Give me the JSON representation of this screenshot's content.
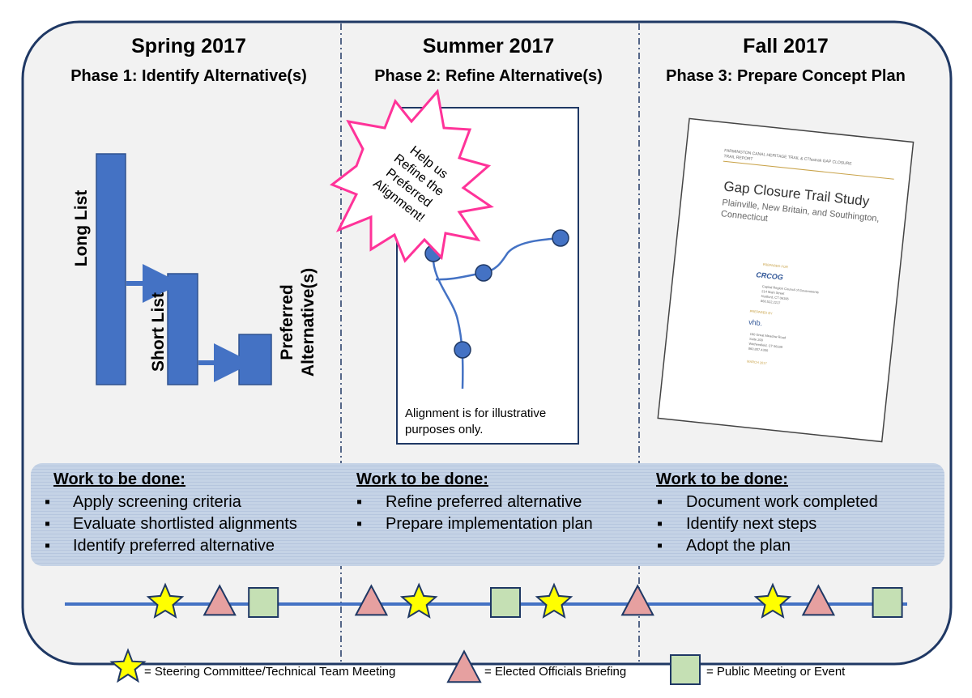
{
  "colors": {
    "panel_bg": "#f2f2f2",
    "panel_border": "#1f3864",
    "bar_blue": "#4472c4",
    "bar_border": "#2f528f",
    "work_band": "#c5d3e6",
    "star_fill": "#ffff00",
    "triangle_fill": "#e6a0a0",
    "square_fill": "#c5e0b4",
    "burst_stroke": "#ff3399",
    "timeline": "#4472c4"
  },
  "phases": [
    {
      "season": "Spring 2017",
      "title": "Phase 1: Identify Alternative(s)",
      "work_heading": "Work to be done:",
      "tasks": [
        "Apply screening criteria",
        "Evaluate shortlisted alignments",
        "Identify preferred alternative"
      ]
    },
    {
      "season": "Summer 2017",
      "title": "Phase 2: Refine Alternative(s)",
      "work_heading": "Work to be done:",
      "tasks": [
        "Refine preferred alternative",
        "Prepare implementation plan"
      ]
    },
    {
      "season": "Fall 2017",
      "title": "Phase 3: Prepare Concept Plan",
      "work_heading": "Work to be done:",
      "tasks": [
        "Document work completed",
        "Identify next steps",
        "Adopt the plan"
      ]
    }
  ],
  "funnel": {
    "long_list": "Long List",
    "short_list": "Short List",
    "preferred_line1": "Preferred",
    "preferred_line2": "Alternative(s)"
  },
  "alignment_map": {
    "burst_lines": [
      "Help us",
      "Refine the",
      "Preferred",
      "Alignment!"
    ],
    "caption_line1": "Alignment is for illustrative",
    "caption_line2": "purposes only."
  },
  "report_cover": {
    "header_line1": "FARMINGTON CANAL HERITAGE TRAIL & CTfastrak GAP CLOSURE",
    "header_line2": "TRAIL REPORT",
    "title": "Gap Closure Trail Study",
    "subtitle_line1": "Plainville, New Britain, and Southington,",
    "subtitle_line2": "Connecticut",
    "prepared_for": "PREPARED FOR",
    "org_logo": "CRCOG",
    "org_lines": [
      "Capital Region Council of Governments",
      "214 Main Street",
      "Hartford, CT 06106",
      "860.522.2217"
    ],
    "prepared_by": "PREPARED BY",
    "firm_logo": "vhb.",
    "firm_lines": [
      "100 Great Meadow Road",
      "Suite 200",
      "Wethersfield, CT 06109",
      "860.807.4300"
    ],
    "date": "MARCH 2017"
  },
  "timeline_events": [
    {
      "type": "star",
      "position": 0.17
    },
    {
      "type": "triangle",
      "position": 0.226
    },
    {
      "type": "square",
      "position": 0.271
    },
    {
      "type": "triangle",
      "position": 0.382
    },
    {
      "type": "star",
      "position": 0.431
    },
    {
      "type": "square",
      "position": 0.52
    },
    {
      "type": "star",
      "position": 0.57
    },
    {
      "type": "triangle",
      "position": 0.656
    },
    {
      "type": "star",
      "position": 0.795
    },
    {
      "type": "triangle",
      "position": 0.842
    },
    {
      "type": "square",
      "position": 0.913
    }
  ],
  "legend": {
    "star_label": "= Steering Committee/Technical Team Meeting",
    "triangle_label": "= Elected Officials Briefing",
    "square_label": "= Public Meeting or Event"
  }
}
